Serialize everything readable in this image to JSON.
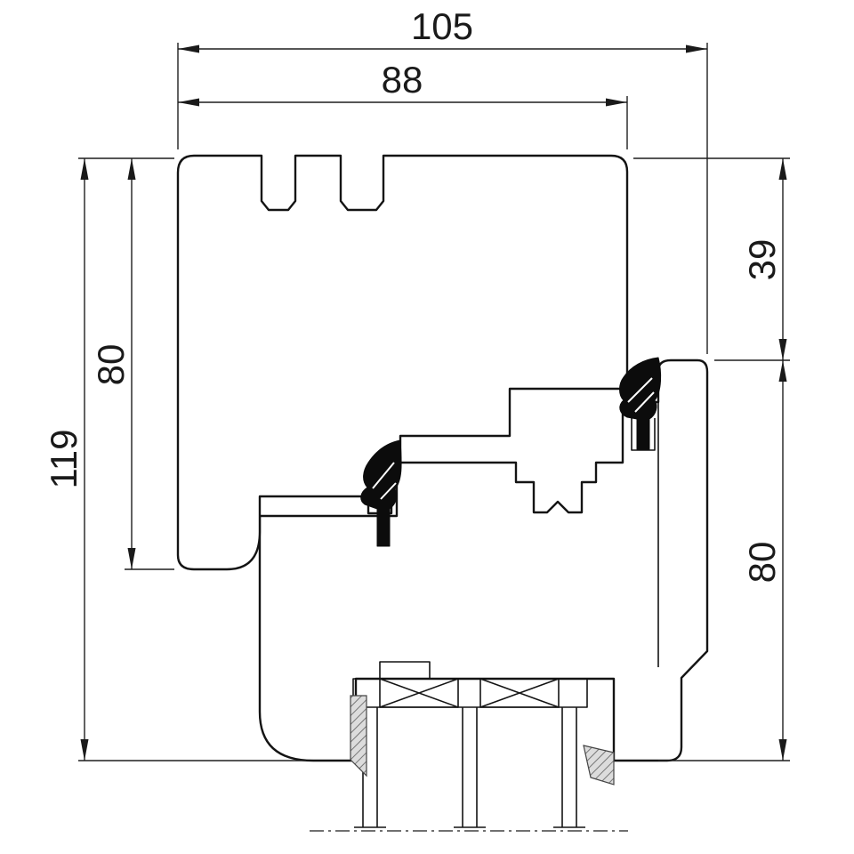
{
  "drawing": {
    "dimensions": {
      "width_total": "105",
      "width_inner": "88",
      "height_total": "119",
      "height_upper_left": "80",
      "height_upper_right": "39",
      "height_lower_right": "80"
    }
  }
}
